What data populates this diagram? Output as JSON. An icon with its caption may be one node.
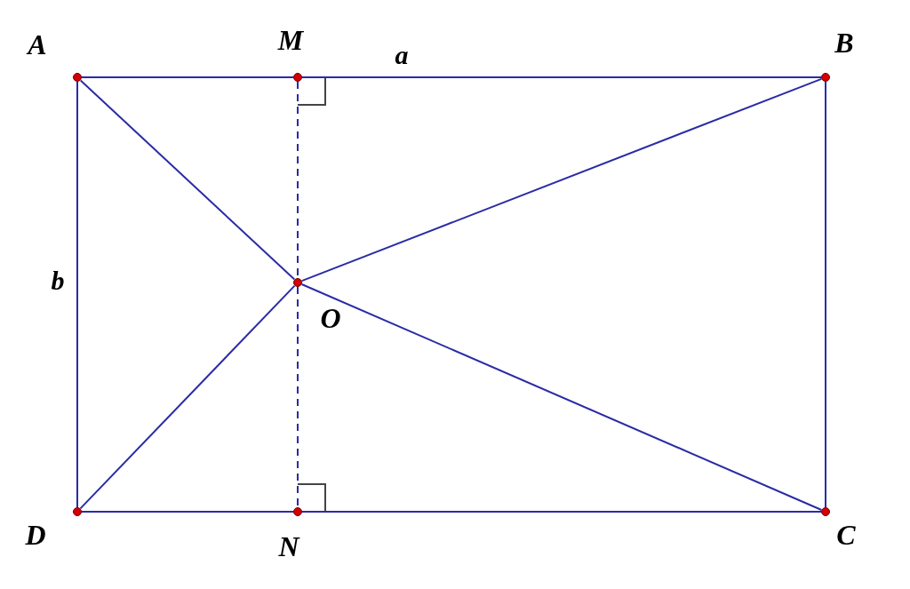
{
  "diagram": {
    "nodes": [
      {
        "text": [],
        "shape": "circle",
        "beside": [
          "A"
        ]
      },
      {
        "text": [],
        "shape": "circle",
        "beside": [
          "M"
        ]
      },
      {
        "text": [],
        "shape": "circle",
        "beside": [
          "B"
        ]
      },
      {
        "text": [],
        "shape": "circle",
        "beside": [
          "C"
        ]
      },
      {
        "text": [],
        "shape": "circle",
        "beside": [
          "N"
        ]
      },
      {
        "text": [],
        "shape": "circle",
        "beside": [
          "D"
        ]
      },
      {
        "text": [],
        "shape": "circle",
        "beside": [
          "O"
        ]
      }
    ],
    "edges": [
      {
        "from": 0,
        "to": 1,
        "arrow": "none"
      },
      {
        "from": 1,
        "to": 2,
        "arrow": "none",
        "label": "a"
      },
      {
        "from": 2,
        "to": 3,
        "arrow": "none"
      },
      {
        "from": 3,
        "to": 4,
        "arrow": "none"
      },
      {
        "from": 4,
        "to": 5,
        "arrow": "none"
      },
      {
        "from": 5,
        "to": 0,
        "arrow": "none",
        "label": "b"
      },
      {
        "from": 0,
        "to": 6,
        "arrow": "none"
      },
      {
        "from": 6,
        "to": 3,
        "arrow": "none"
      },
      {
        "from": 2,
        "to": 6,
        "arrow": "none"
      },
      {
        "from": 6,
        "to": 5,
        "arrow": "none"
      },
      {
        "from": 1,
        "to": 6,
        "arrow": "none",
        "style": "dashed"
      },
      {
        "from": 6,
        "to": 4,
        "arrow": "none",
        "style": "dashed"
      }
    ]
  }
}
